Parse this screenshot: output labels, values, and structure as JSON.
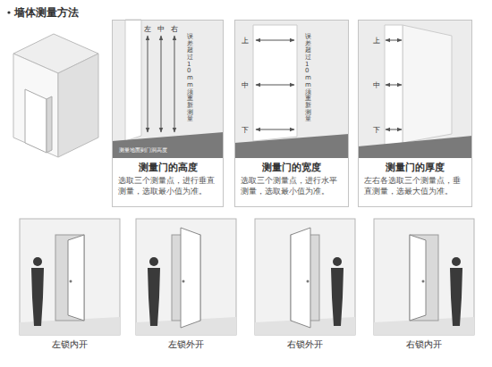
{
  "diagram": {
    "title": "墙体测量方法",
    "nodes": [
      {
        "text": [
          "测量门的高度",
          "选取三个测量点，进行垂直测量，选取最小值为准。"
        ]
      },
      {
        "text": [
          "测量门的宽度",
          "选取三个测量点，进行水平测量，选取最小值为准。"
        ]
      },
      {
        "text": [
          "测量门的厚度",
          "左右各选取三个测量点，垂直测量，选最大值为准。"
        ]
      },
      {
        "text": [
          "左锁内开"
        ]
      },
      {
        "text": [
          "左锁外开"
        ]
      },
      {
        "text": [
          "右锁外开"
        ]
      },
      {
        "text": [
          "右锁内开"
        ]
      }
    ],
    "labels": [
      "左",
      "中",
      "右",
      "误差超过10mm须重新测量",
      "测量地面到门洞高度",
      "上",
      "中",
      "下",
      "误差超过10mm须重新测量",
      "上",
      "中",
      "下"
    ]
  }
}
